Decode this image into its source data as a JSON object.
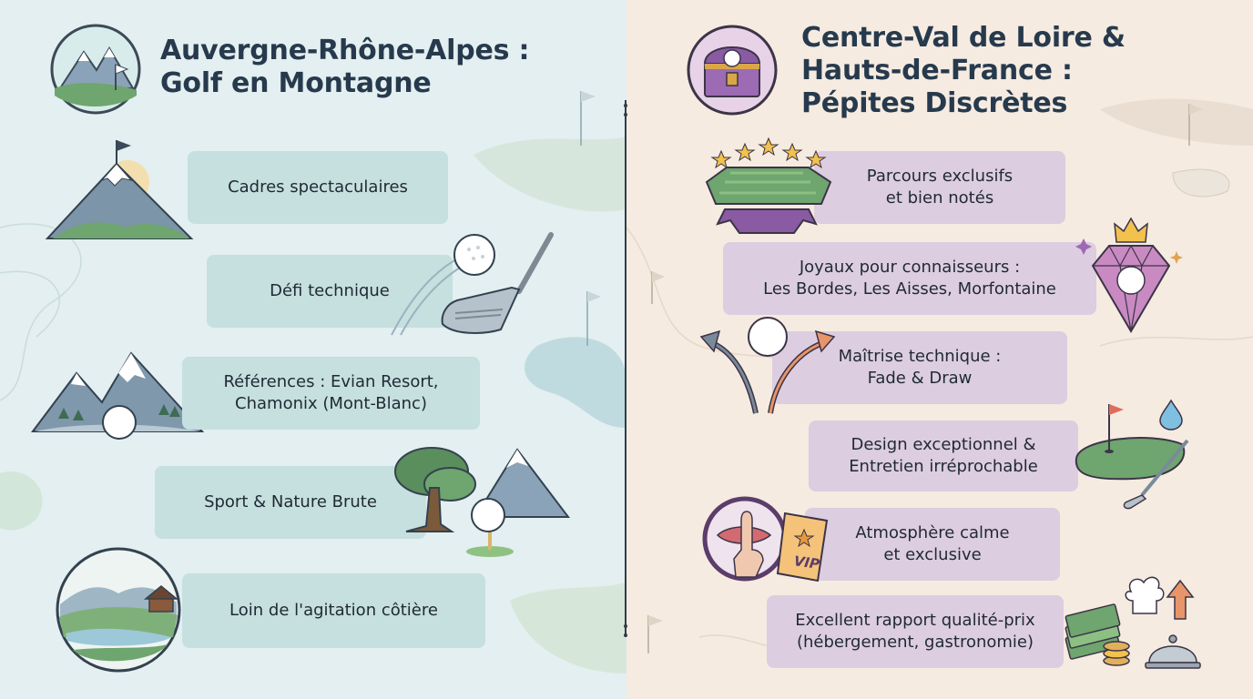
{
  "left": {
    "title": {
      "line1": "Auvergne-Rhône-Alpes :",
      "line2": "Golf en Montagne"
    },
    "items": [
      {
        "label": "Cadres spectaculaires"
      },
      {
        "label": "Défi technique"
      },
      {
        "line1": "Références : Evian Resort,",
        "line2": "Chamonix (Mont-Blanc)"
      },
      {
        "label": "Sport & Nature Brute"
      },
      {
        "label": "Loin de l'agitation côtière"
      }
    ]
  },
  "right": {
    "title": {
      "line1": "Centre-Val de Loire &",
      "line2": "Hauts-de-France :",
      "line3": "Pépites Discrètes"
    },
    "items": [
      {
        "line1": "Parcours exclusifs",
        "line2": "et bien notés"
      },
      {
        "line1": "Joyaux pour connaisseurs :",
        "line2": "Les Bordes, Les Aisses, Morfontaine"
      },
      {
        "line1": "Maîtrise technique :",
        "line2": "Fade & Draw"
      },
      {
        "line1": "Design exceptionnel &",
        "line2": "Entretien irréprochable"
      },
      {
        "line1": "Atmosphère calme",
        "line2": "et exclusive"
      },
      {
        "line1": "Excellent rapport qualité-prix",
        "line2": "(hébergement, gastronomie)"
      }
    ],
    "vip_badge": "VIP"
  },
  "colors": {
    "left_bg": "#e3eff0",
    "right_bg": "#f5ebe1",
    "left_card": "#c6dfdf",
    "right_card": "#ddcde0",
    "title": "#273a4d"
  },
  "icons": [
    "mountain-golf-flag-icon",
    "treasure-chest-icon",
    "mountain-peak-flag-icon",
    "golf-club-ball-icon",
    "snowy-mountains-ball-icon",
    "tree-mountain-tee-icon",
    "lake-cabin-landscape-icon",
    "star-rated-green-icon",
    "diamond-crown-icon",
    "fade-draw-arrows-icon",
    "putting-green-club-icon",
    "vip-silence-icon",
    "money-chef-cloche-icon"
  ]
}
